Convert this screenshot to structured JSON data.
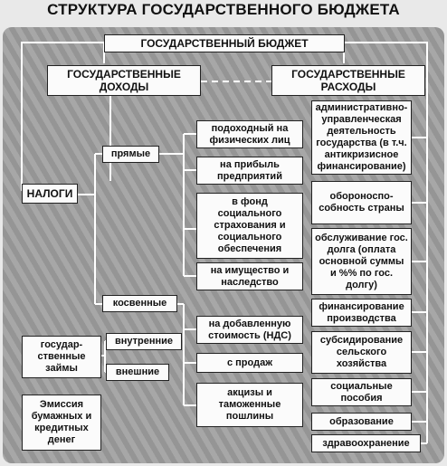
{
  "title": "СТРУКТУРА ГОСУДАРСТВЕННОГО БЮДЖЕТА",
  "budget": "ГОСУДАРСТВЕННЫЙ БЮДЖЕТ",
  "revenues": "ГОСУДАРСТВЕННЫЕ ДОХОДЫ",
  "expenses": "ГОСУДАРСТВЕННЫЕ РАСХОДЫ",
  "taxes": "НАЛОГИ",
  "direct": "прямые",
  "indirect": "косвенные",
  "loans": "государ-ственные займы",
  "internal": "внутренние",
  "external": "внешние",
  "emission": "Эмиссия бумажных и кредитных денег",
  "direct_taxes": [
    "подоходный на физических лиц",
    "на прибыль предприятий",
    "в фонд социального страхования и социального обеспечения",
    "на имущество и наследство"
  ],
  "indirect_taxes": [
    "на добавленную стоимость (НДС)",
    "с продаж",
    "акцизы и таможенные пошлины"
  ],
  "expense_items": [
    "административно-управленческая деятельность государства (в т.ч. антикризисное финансирование)",
    "обороноспо-собность страны",
    "обслуживание гос. долга (оплата основной суммы и %% по гос. долгу)",
    "финансирование производства",
    "субсидирование сельского хозяйства",
    "социальные пособия",
    "образование",
    "здравоохранение"
  ]
}
